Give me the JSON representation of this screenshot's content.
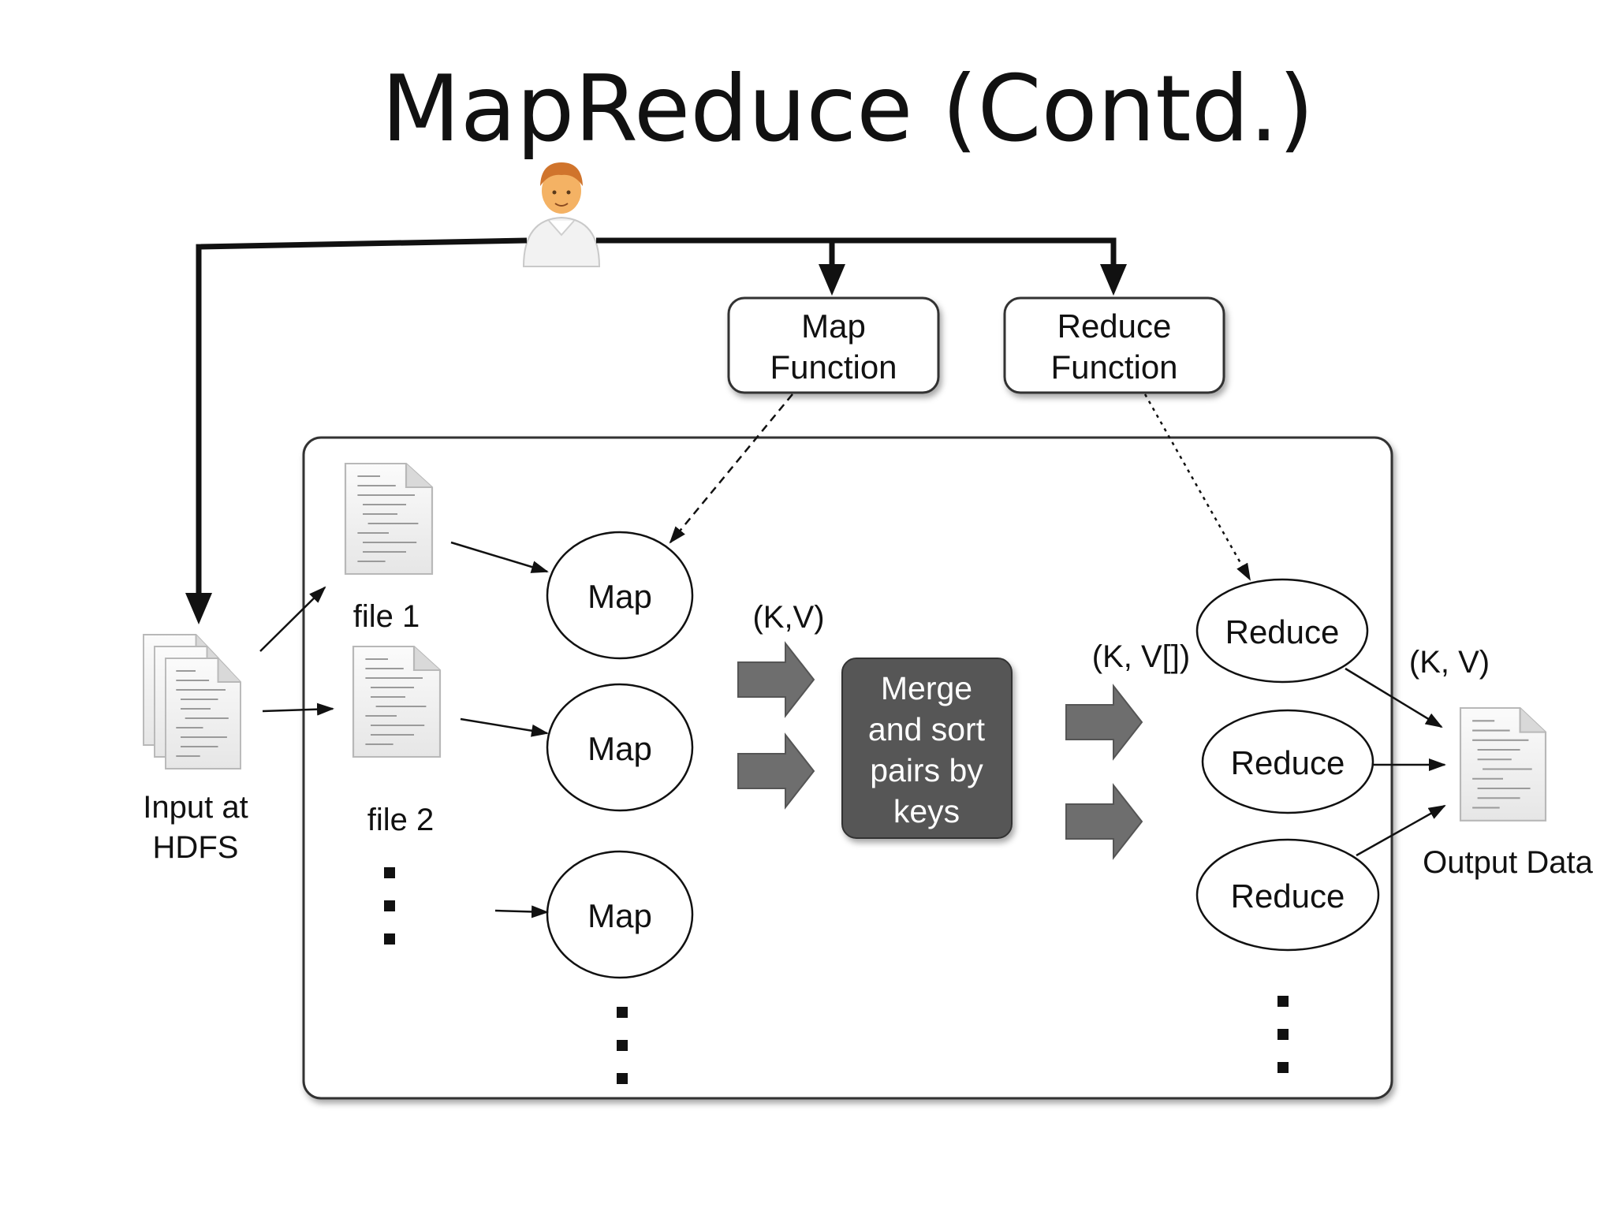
{
  "slide": {
    "title": "MapReduce (Contd.)"
  },
  "diagram": {
    "map_function": {
      "line1": "Map",
      "line2": "Function"
    },
    "reduce_function": {
      "line1": "Reduce",
      "line2": "Function"
    },
    "input": {
      "line1": "Input at",
      "line2": "HDFS"
    },
    "files": [
      "file 1",
      "file 2"
    ],
    "map_nodes": [
      "Map",
      "Map",
      "Map"
    ],
    "reduce_nodes": [
      "Reduce",
      "Reduce",
      "Reduce"
    ],
    "merge": {
      "line1": "Merge",
      "line2": "and sort",
      "line3": "pairs by",
      "line4": "keys"
    },
    "kv_labels": {
      "map_output": "(K,V)",
      "merge_output": "(K, V[])",
      "reduce_output": "(K, V)"
    },
    "output": {
      "label": "Output Data"
    }
  },
  "colors": {
    "line": "#111111",
    "merge_fill": "#575757",
    "arrow_fill": "#6e6e6e",
    "frame_stroke": "#333333"
  },
  "icons": {
    "user": "user-person-icon",
    "document": "document-page-icon"
  }
}
